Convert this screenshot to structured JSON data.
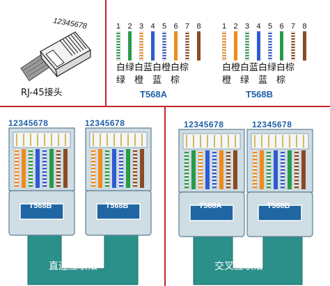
{
  "colors": {
    "frame_red": "#c0272d",
    "title_blue": "#1f5fa8",
    "connector_teal": "#2b8f8a",
    "connector_body": "#cfdde4",
    "label_box": "#1f66a3",
    "green": "#2a9a48",
    "orange": "#f08a1c",
    "blue": "#2f5bd0",
    "brown": "#8b4b22",
    "white": "#f4f4f4"
  },
  "plug": {
    "numbers": "12345678",
    "caption": "RJ-45接头",
    "plug_icon": "rj45-plug-icon"
  },
  "standards": [
    {
      "key": "a",
      "title": "T568A",
      "pins": [
        "1",
        "2",
        "3",
        "4",
        "5",
        "6",
        "7",
        "8"
      ],
      "wires": [
        "wg",
        "g",
        "wo",
        "b",
        "wb",
        "o",
        "wbr",
        "br"
      ],
      "label_top": [
        "白",
        "绿",
        "白",
        "蓝",
        "白",
        "橙",
        "白",
        "棕"
      ],
      "label_bottom": [
        "绿",
        "",
        "橙",
        "",
        "蓝",
        "",
        "棕",
        ""
      ]
    },
    {
      "key": "b",
      "title": "T568B",
      "pins": [
        "1",
        "2",
        "3",
        "4",
        "5",
        "6",
        "7",
        "8"
      ],
      "wires": [
        "wo",
        "o",
        "wg",
        "b",
        "wb",
        "g",
        "wbr",
        "br"
      ],
      "label_top": [
        "白",
        "橙",
        "白",
        "蓝",
        "白",
        "绿",
        "白",
        "棕"
      ],
      "label_bottom": [
        "橙",
        "",
        "绿",
        "",
        "蓝",
        "",
        "棕",
        ""
      ]
    }
  ],
  "cables": [
    {
      "key": "straight",
      "caption": "直连互联法",
      "connectors": [
        {
          "numbers": "12345678",
          "label": "T568B"
        },
        {
          "numbers": "12345678",
          "label": "T568B"
        }
      ]
    },
    {
      "key": "crossover",
      "caption": "交叉互联法",
      "connectors": [
        {
          "numbers": "12345678",
          "label": "T568A"
        },
        {
          "numbers": "12345678",
          "label": "T568B"
        }
      ]
    }
  ]
}
